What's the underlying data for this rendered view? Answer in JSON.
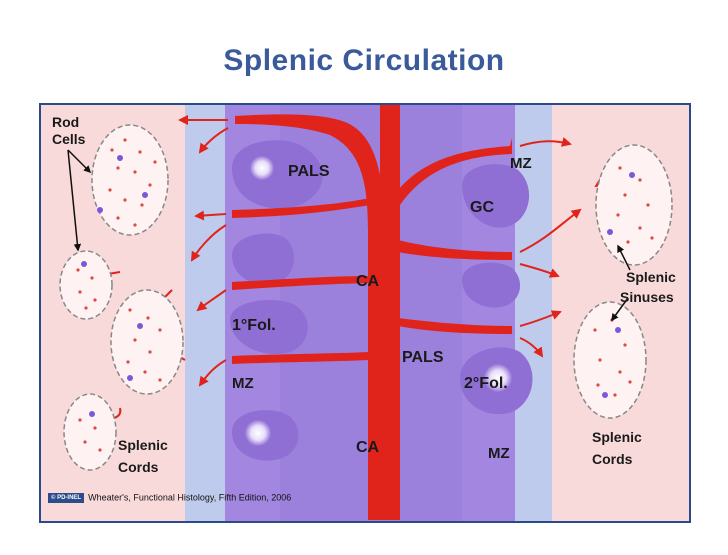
{
  "title": "Splenic Circulation",
  "labels": {
    "rod_cells": [
      "Rod",
      "Cells"
    ],
    "pals_top": "PALS",
    "mz_top_right": "MZ",
    "gc": "GC",
    "ca_upper": "CA",
    "primary_follicle": "1°Fol.",
    "pals_lower": "PALS",
    "secondary_follicle": "2°Fol.",
    "mz_left": "MZ",
    "ca_lower": "CA",
    "mz_bottom_right": "MZ",
    "splenic_cords_left": [
      "Splenic",
      "Cords"
    ],
    "splenic_cords_right": [
      "Splenic",
      "Cords"
    ],
    "splenic_sinuses": [
      "Splenic",
      "Sinuses"
    ]
  },
  "caption": {
    "badge": "© PD-INEL",
    "text": "Wheater's, Functional Histology, Fifth Edition, 2006"
  },
  "colors": {
    "title": "#3a5a9a",
    "red_pulp": "#f9dadb",
    "marginal_zone": "#bfcbec",
    "white_pulp": "#a286e0",
    "follicle": "#9474d6",
    "artery": "#e0231b",
    "frame_border": "#2a4a8a"
  }
}
